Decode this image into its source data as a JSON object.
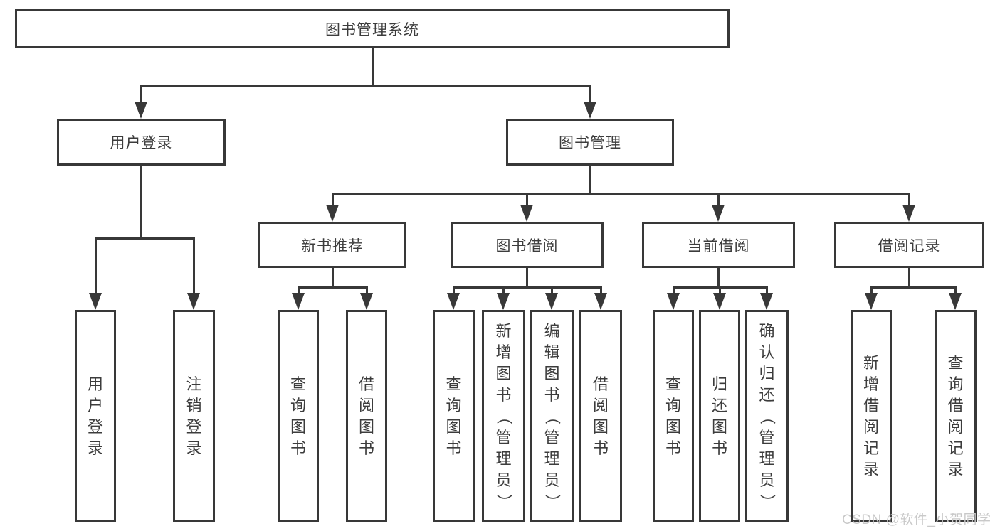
{
  "colors": {
    "line": "#383838",
    "text": "#3c3c3c",
    "box_fill": "#ffffff",
    "watermark_text": "#c9c9c9"
  },
  "nodes": {
    "root": "图书管理系统",
    "l2": [
      "用户登录",
      "图书管理"
    ],
    "l3": [
      "新书推荐",
      "图书借阅",
      "当前借阅",
      "借阅记录"
    ],
    "l4_user": [
      "用户登录",
      "注销登录"
    ],
    "l4_new_book": [
      "查询图书",
      "借阅图书"
    ],
    "l4_borrow": [
      "查询图书",
      "新增图书（管理员）",
      "编辑图书（管理员）",
      "借阅图书"
    ],
    "l4_current": [
      "查询图书",
      "归还图书",
      "确认归还（管理员）"
    ],
    "l4_history": [
      "新增借阅记录",
      "查询借阅记录"
    ]
  },
  "watermark": "CSDN @软件_小贺同学"
}
